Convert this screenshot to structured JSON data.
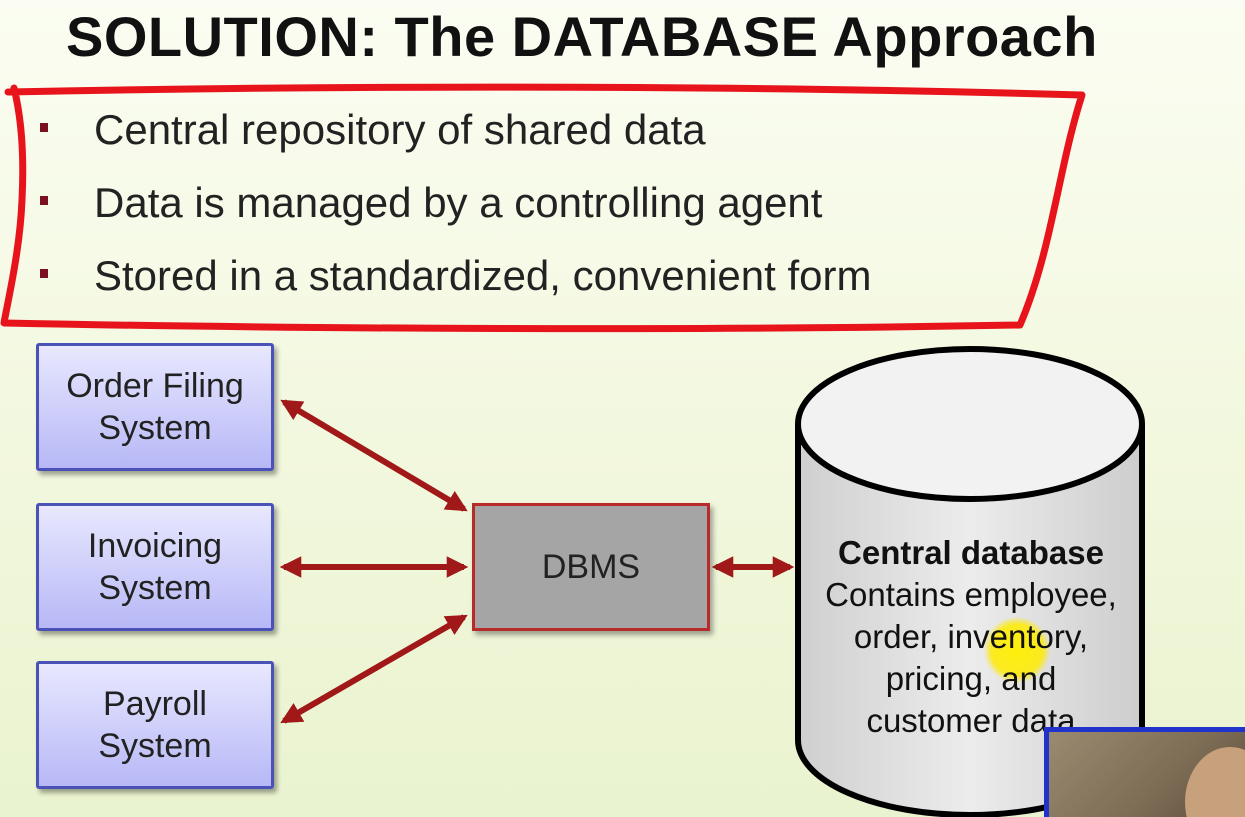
{
  "title": "SOLUTION: The DATABASE Approach",
  "bullets": [
    "Central repository of shared data",
    "Data is managed by a controlling agent",
    "Stored in a standardized, convenient form"
  ],
  "diagram": {
    "systems": [
      {
        "line1": "Order Filing",
        "line2": "System"
      },
      {
        "line1": "Invoicing",
        "line2": "System"
      },
      {
        "line1": "Payroll",
        "line2": "System"
      }
    ],
    "dbms_label": "DBMS",
    "database": {
      "title": "Central database",
      "lines": [
        "Contains employee,",
        "order, inventory,",
        "pricing, and",
        "customer data"
      ]
    }
  },
  "colors": {
    "annotation_red": "#e8141c",
    "arrow_red": "#a01818",
    "system_box_border": "#4a52b8",
    "dbms_fill": "#a5a5a5"
  },
  "icons": {
    "bullet": "square-bullet",
    "pointer": "mouse-cursor-icon"
  }
}
